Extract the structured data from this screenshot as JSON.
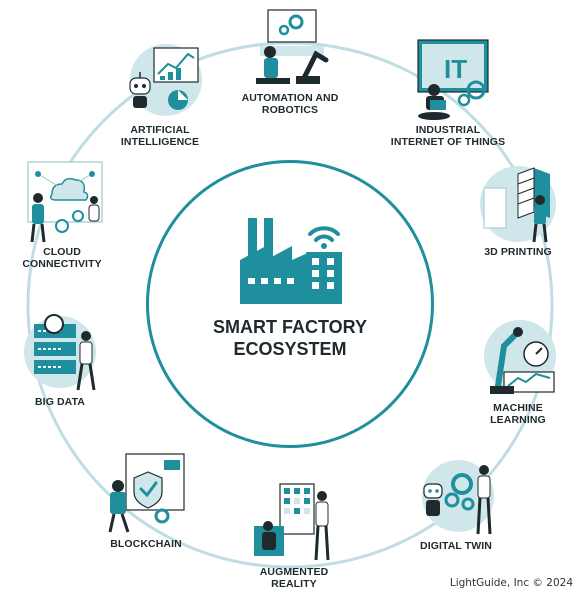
{
  "diagram": {
    "center_title": "SMART FACTORY\nECOSYSTEM",
    "nodes": [
      {
        "label": "ARTIFICIAL\nINTELLIGENCE",
        "icon": "ai-robot-icon"
      },
      {
        "label": "AUTOMATION AND\nROBOTICS",
        "icon": "robot-arm-icon"
      },
      {
        "label": "INDUSTRIAL\nINTERNET OF THINGS",
        "icon": "iiot-icon"
      },
      {
        "label": "3D PRINTING",
        "icon": "3d-printing-icon"
      },
      {
        "label": "MACHINE\nLEARNING",
        "icon": "machine-learning-icon"
      },
      {
        "label": "DIGITAL TWIN",
        "icon": "digital-twin-icon"
      },
      {
        "label": "AUGMENTED\nREALITY",
        "icon": "augmented-reality-icon"
      },
      {
        "label": "BLOCKCHAIN",
        "icon": "blockchain-icon"
      },
      {
        "label": "BIG DATA",
        "icon": "big-data-icon"
      },
      {
        "label": "CLOUD\nCONNECTIVITY",
        "icon": "cloud-connectivity-icon"
      }
    ]
  },
  "footer": {
    "credit": "LightGuide, Inc © 2024"
  },
  "colors": {
    "accent": "#1f8f9e",
    "ring": "#bfdde2",
    "text": "#1f2a2e",
    "light": "#cfe7ea"
  }
}
